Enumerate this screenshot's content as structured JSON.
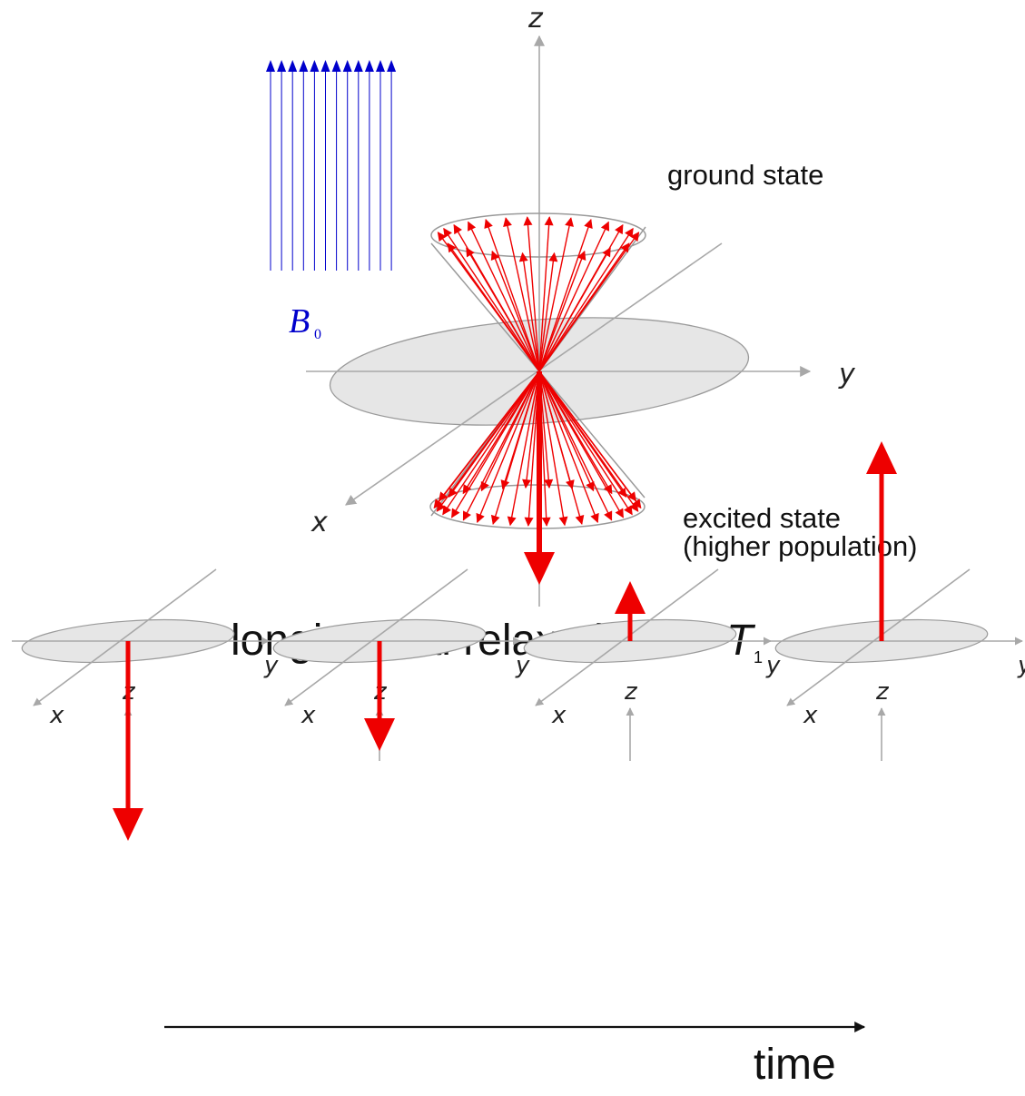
{
  "main_diagram": {
    "field_label": "B",
    "field_subscript": "0",
    "axis_labels": {
      "z": "z",
      "y": "y",
      "x": "x"
    },
    "upper_cone_label": "ground state",
    "lower_cone_label_line1": "excited state",
    "lower_cone_label_line2": "(higher population)"
  },
  "title": {
    "text": "longitudinal relaxation ",
    "symbol": "T",
    "subscript": "1"
  },
  "timeline": {
    "axis_labels": {
      "z": "z",
      "y": "y",
      "x": "x"
    },
    "panels": [
      {
        "magnetization_z": -1.0
      },
      {
        "magnetization_z": -0.55
      },
      {
        "magnetization_z": 0.3
      },
      {
        "magnetization_z": 1.0
      }
    ],
    "time_label": "time"
  },
  "colors": {
    "field_lines": "#0000cc",
    "magnetization": "#ee0000",
    "axes": "#a8a8a8",
    "plane_fill": "#e6e6e6"
  }
}
